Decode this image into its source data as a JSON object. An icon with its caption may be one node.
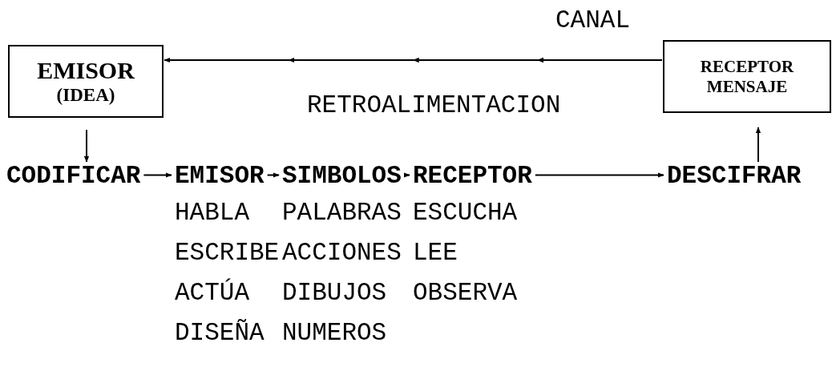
{
  "diagram": {
    "nodes": [
      {
        "text": [
          "EMISOR",
          "(IDEA)"
        ]
      },
      {
        "text": [
          "RECEPTOR MENSAJE"
        ]
      },
      {
        "text": [
          "CODIFICAR"
        ]
      },
      {
        "text": [
          "EMISOR"
        ],
        "beside": [
          "HABLA",
          "ESCRIBE",
          "ACTÚA",
          "DISEÑA"
        ]
      },
      {
        "text": [
          "SIMBOLOS"
        ],
        "beside": [
          "PALABRAS",
          "ACCIONES",
          "DIBUJOS",
          "NUMEROS"
        ]
      },
      {
        "text": [
          "RECEPTOR"
        ],
        "beside": [
          "ESCUCHA",
          "LEE",
          "OBSERVA"
        ]
      },
      {
        "text": [
          "DESCIFRAR"
        ]
      }
    ],
    "edges": [
      {
        "from": 1,
        "to": 0,
        "arrow": "to"
      },
      {
        "from": 0,
        "to": 2,
        "arrow": "to"
      },
      {
        "from": 2,
        "to": 3,
        "arrow": "to"
      },
      {
        "from": 3,
        "to": 4,
        "arrow": "to"
      },
      {
        "from": 4,
        "to": 5,
        "arrow": "to"
      },
      {
        "from": 5,
        "to": 6,
        "arrow": "to"
      },
      {
        "from": 6,
        "to": 1,
        "arrow": "to"
      }
    ],
    "labels": [
      "CANAL",
      "RETROALIMENTACION"
    ]
  }
}
